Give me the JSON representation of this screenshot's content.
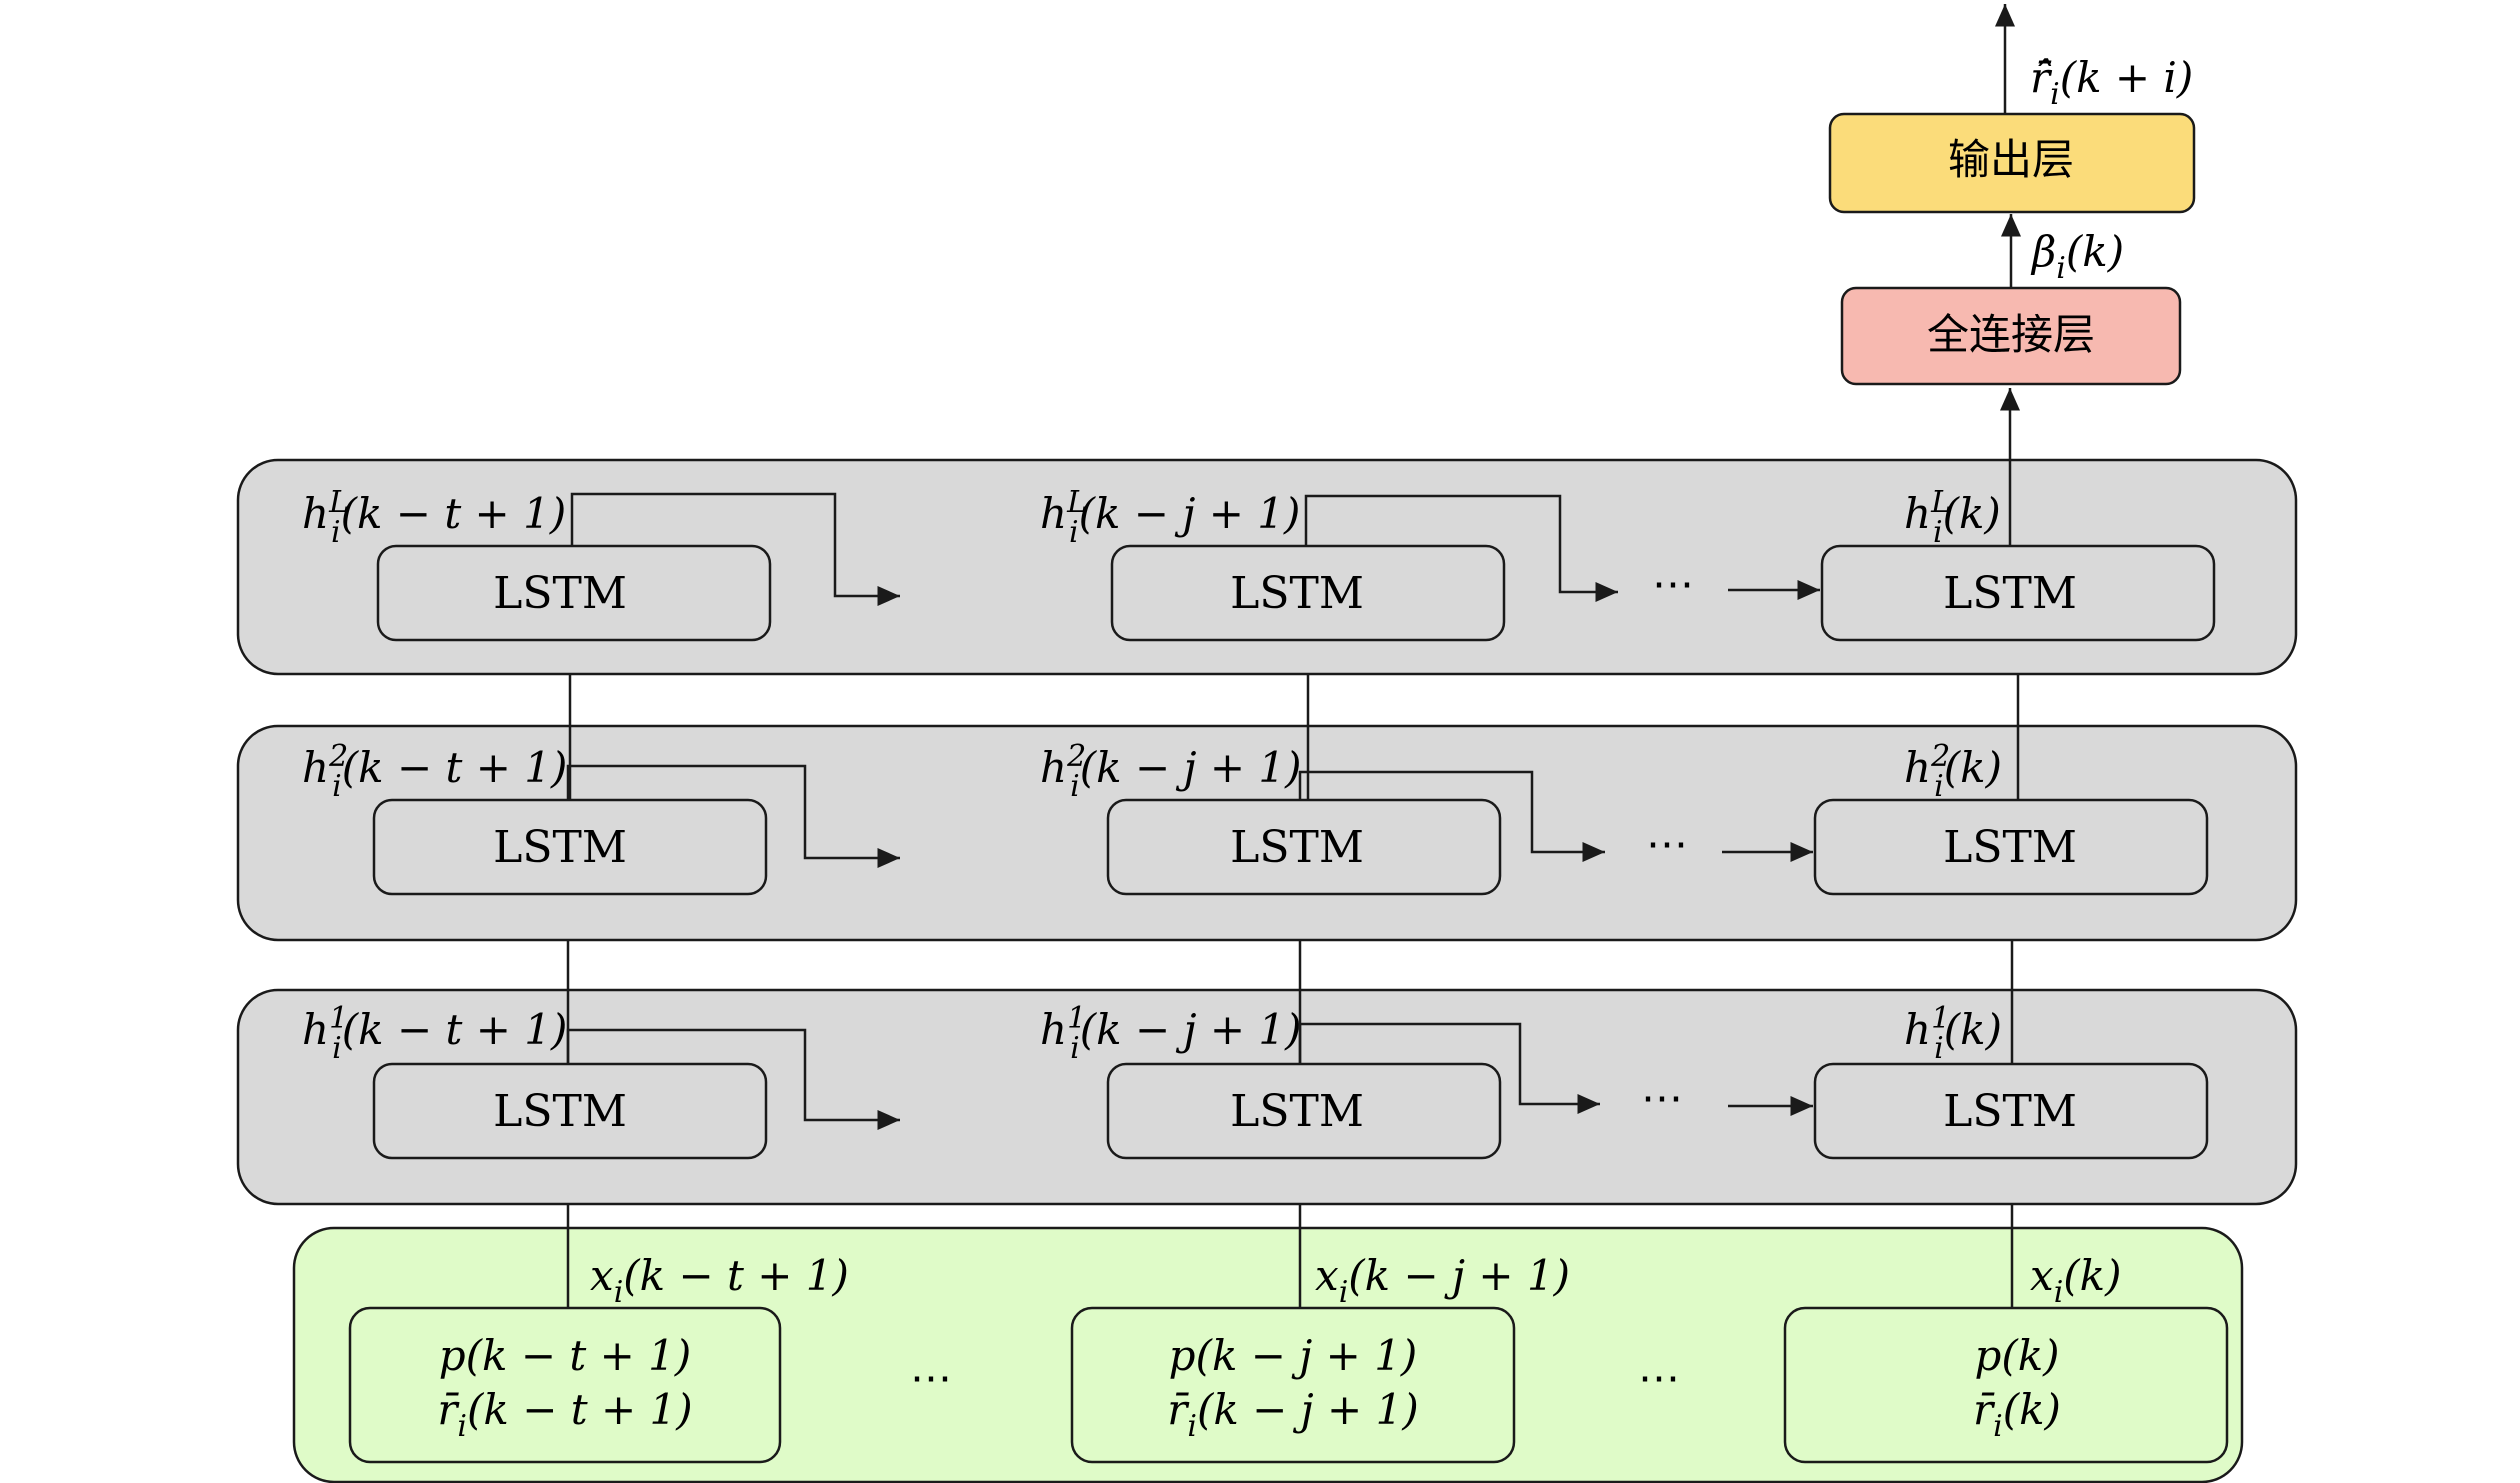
{
  "lstm_label": "LSTM",
  "dots": "⋯",
  "top": {
    "output_layer_label": "输出层",
    "fc_layer_label": "全连接层",
    "output_symbol": "r̂̄",
    "output_subscript": "i",
    "output_arg": "(k + i)",
    "beta_symbol": "β",
    "beta_subscript": "i",
    "beta_arg": "(k)"
  },
  "layers": [
    {
      "sup": "L",
      "labels": [
        {
          "base": "h",
          "sub": "i",
          "arg": "(k − t + 1)"
        },
        {
          "base": "h",
          "sub": "i",
          "arg": "(k − j + 1)"
        },
        {
          "base": "h",
          "sub": "i",
          "arg": "(k)"
        }
      ]
    },
    {
      "sup": "2",
      "labels": [
        {
          "base": "h",
          "sub": "i",
          "arg": "(k − t + 1)"
        },
        {
          "base": "h",
          "sub": "i",
          "arg": "(k − j + 1)"
        },
        {
          "base": "h",
          "sub": "i",
          "arg": "(k)"
        }
      ]
    },
    {
      "sup": "1",
      "labels": [
        {
          "base": "h",
          "sub": "i",
          "arg": "(k − t + 1)"
        },
        {
          "base": "h",
          "sub": "i",
          "arg": "(k − j + 1)"
        },
        {
          "base": "h",
          "sub": "i",
          "arg": "(k)"
        }
      ]
    }
  ],
  "inputs": {
    "x_labels": [
      {
        "base": "x",
        "sub": "i",
        "arg": "(k − t + 1)"
      },
      {
        "base": "x",
        "sub": "i",
        "arg": "(k − j + 1)"
      },
      {
        "base": "x",
        "sub": "i",
        "arg": "(k)"
      }
    ],
    "boxes": [
      {
        "p_line": "p(k − t + 1)",
        "r_base": "r̄",
        "r_sub": "i",
        "r_arg": "(k − t + 1)"
      },
      {
        "p_line": "p(k − j + 1)",
        "r_base": "r̄",
        "r_sub": "i",
        "r_arg": "(k − j + 1)"
      },
      {
        "p_line": "p(k)",
        "r_base": "r̄",
        "r_sub": "i",
        "r_arg": "(k)"
      }
    ]
  },
  "colors": {
    "output_layer_fill": "#FBDC7A",
    "fc_layer_fill": "#F7B9B0",
    "hidden_panel_fill": "#D9D9D9",
    "lstm_box_fill": "#D9D9D9",
    "input_panel_fill": "#DFFBC8",
    "input_box_fill": "#DFFBC8",
    "stroke": "#1a1a1a"
  }
}
